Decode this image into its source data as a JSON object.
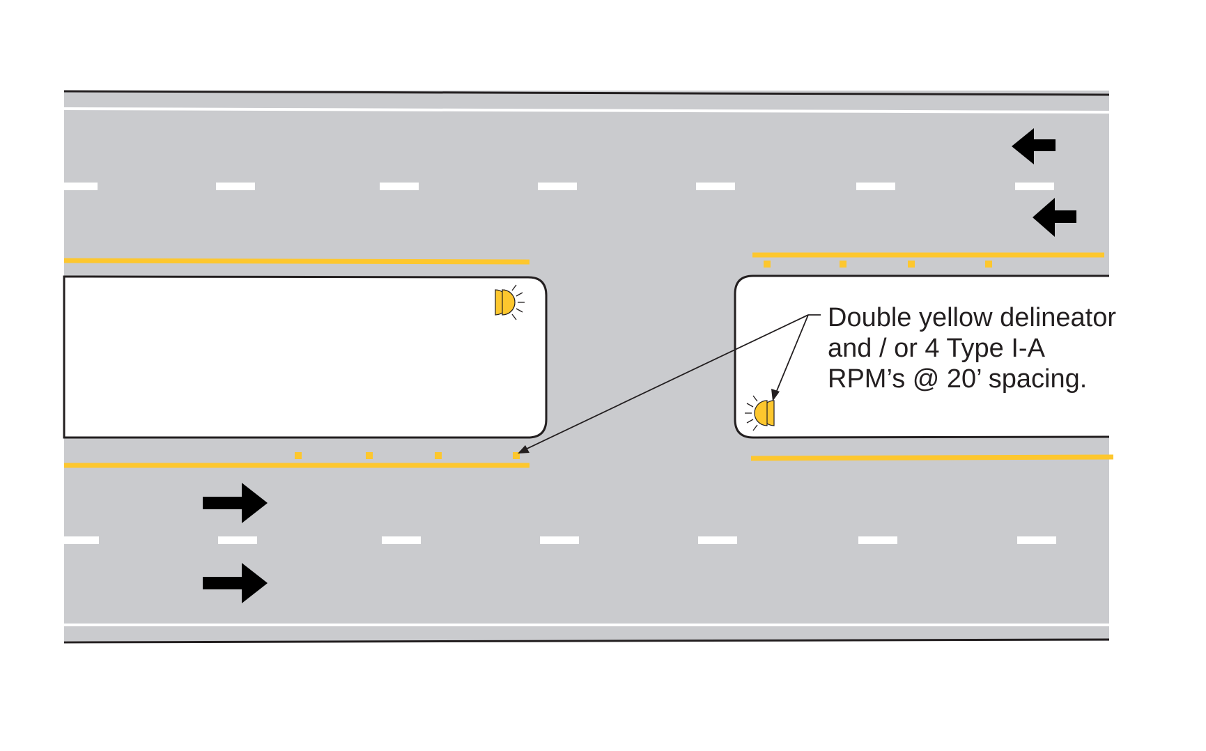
{
  "diagram": {
    "callout": {
      "lines": [
        "Double yellow delineator",
        "and / or 4 Type I-A",
        "RPM’s @ 20’ spacing."
      ]
    },
    "colors": {
      "pavement": "#cacbce",
      "edge_line": "#ffffff",
      "lane_dash": "#ffffff",
      "median_yellow": "#fdc72e",
      "curb_outline": "#231f20",
      "arrow": "#000000",
      "delineator": "#fdc72e",
      "leader": "#231f20"
    },
    "icons": {
      "direction_arrow": "direction-arrow-icon",
      "delineator": "delineator-icon",
      "rpm_marker": "rpm-marker-icon"
    },
    "directions": {
      "upper_roadway": "westbound (left)",
      "lower_roadway": "eastbound (right)"
    }
  }
}
